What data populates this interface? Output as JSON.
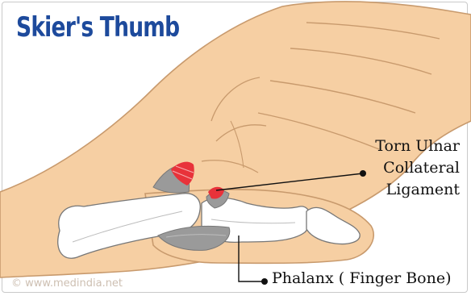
{
  "title": "Skier's Thumb",
  "labels": {
    "ucl": [
      "Torn Ulnar",
      "Collateral",
      "Ligament"
    ],
    "phalanx": "Phalanx ( Finger Bone)"
  },
  "watermark": "© www.medindia.net",
  "colors": {
    "title": "#1d4a9c",
    "skin": "#f6cfa3",
    "skin_outline": "#c89a6d",
    "bone": "#ffffff",
    "ligament": "#9a9a9a",
    "tear": "#e8323a"
  }
}
